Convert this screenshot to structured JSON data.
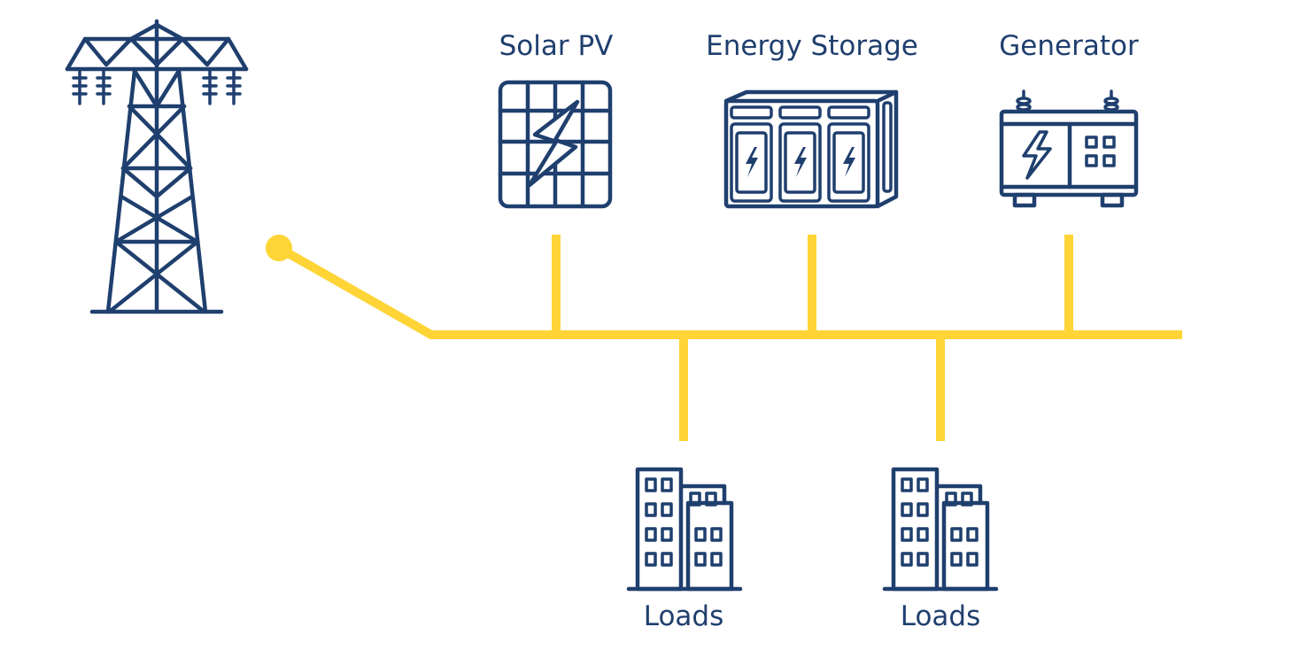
{
  "diagram": {
    "title": "",
    "colors": {
      "icon": "#1f3f6e",
      "bus_line": "#fed436",
      "background": "#ffffff"
    },
    "grid_source": {
      "icon": "transmission-tower-icon",
      "label": ""
    },
    "sources": [
      {
        "label": "Solar PV",
        "icon": "solar-panel-icon"
      },
      {
        "label": "Energy Storage",
        "icon": "battery-storage-icon"
      },
      {
        "label": "Generator",
        "icon": "generator-icon"
      }
    ],
    "loads": [
      {
        "label": "Loads",
        "icon": "buildings-icon"
      },
      {
        "label": "Loads",
        "icon": "buildings-icon"
      }
    ],
    "connections": [
      {
        "from": "grid",
        "to": "bus",
        "type": "switch"
      },
      {
        "from": "Solar PV",
        "to": "bus"
      },
      {
        "from": "Energy Storage",
        "to": "bus"
      },
      {
        "from": "Generator",
        "to": "bus"
      },
      {
        "from": "bus",
        "to": "Loads 1"
      },
      {
        "from": "bus",
        "to": "Loads 2"
      }
    ]
  }
}
